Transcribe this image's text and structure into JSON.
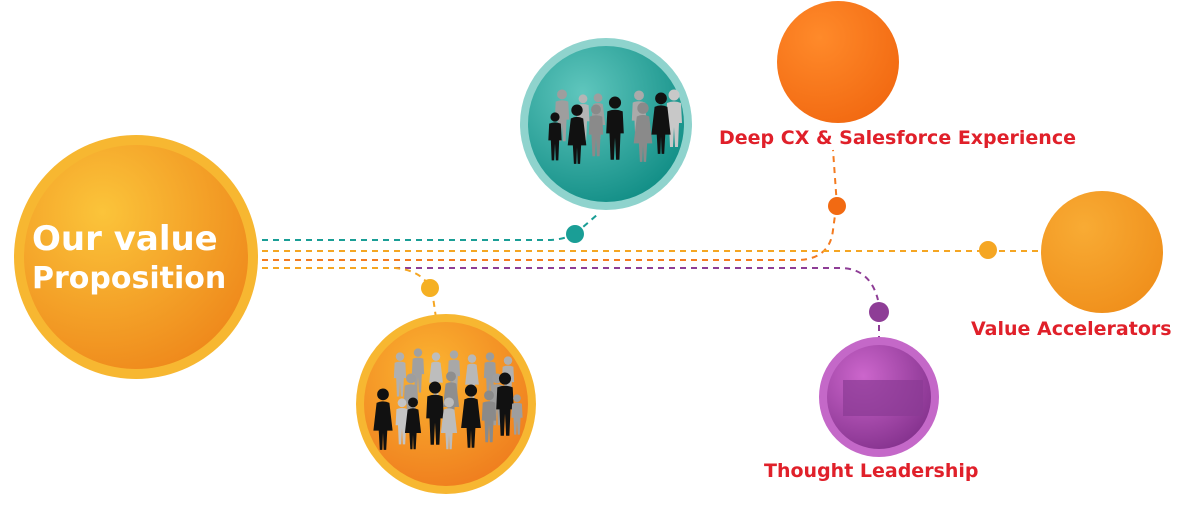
{
  "hub": {
    "line1": "Our value",
    "line2": "Proposition"
  },
  "nodes": {
    "deep_cx": {
      "label": "Deep CX & Salesforce Experience"
    },
    "value_accelerators": {
      "label": "Value Accelerators"
    },
    "thought_leadership": {
      "label": "Thought Leadership"
    }
  },
  "colors": {
    "hub_outer": "#f7b731",
    "hub_inner": "#f39a1e",
    "teal": "#1a9e96",
    "teal_ring": "#8fd3cd",
    "orange": "#f47b20",
    "amber": "#f5a623",
    "purple": "#8e3d96",
    "purple_light": "#c15fc2",
    "label_red": "#e0202a",
    "person_dark": "#111111",
    "person_grey": "#9e9e9e"
  },
  "icons": {
    "teal_circle": "people-group-icon",
    "amber_circle": "crowd-icon"
  }
}
